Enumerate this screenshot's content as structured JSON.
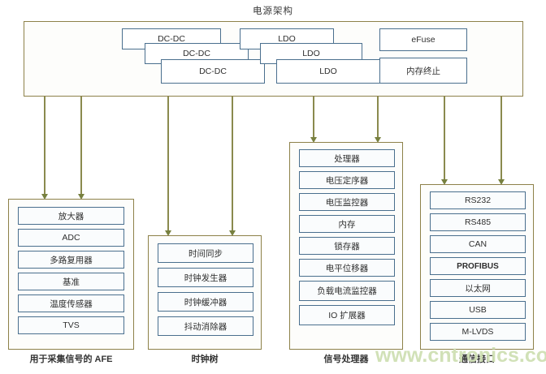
{
  "title": "电源架构",
  "watermark": "www.cntronics.com",
  "colors": {
    "group_border": "#8d8149",
    "chip_border": "#4a6f8e",
    "arrow": "#77803f",
    "watermark": "#cfe0b4",
    "background": "#ffffff"
  },
  "power_architecture": {
    "caption": "电源架构",
    "dcdc_group": [
      {
        "label": "DC-DC"
      },
      {
        "label": "DC-DC"
      },
      {
        "label": "DC-DC"
      }
    ],
    "ldo_group": [
      {
        "label": "LDO"
      },
      {
        "label": "LDO"
      },
      {
        "label": "LDO"
      }
    ],
    "other_group": [
      {
        "label": "eFuse"
      },
      {
        "label": "内存终止"
      }
    ]
  },
  "groups": [
    {
      "id": "afe",
      "caption": "用于采集信号的 AFE",
      "items": [
        "放大器",
        "ADC",
        "多路复用器",
        "基准",
        "温度传感器",
        "TVS"
      ]
    },
    {
      "id": "clock-tree",
      "caption": "时钟树",
      "items": [
        "时间同步",
        "时钟发生器",
        "时钟缓冲器",
        "抖动消除器"
      ]
    },
    {
      "id": "signal-processor",
      "caption": "信号处理器",
      "items": [
        "处理器",
        "电压定序器",
        "电压监控器",
        "内存",
        "锁存器",
        "电平位移器",
        "负载电流监控器",
        "IO 扩展器"
      ]
    },
    {
      "id": "comm-interface",
      "caption": "通信接口",
      "items": [
        "RS232",
        "RS485",
        "CAN",
        "PROFIBUS",
        "以太网",
        "USB",
        "M-LVDS"
      ]
    }
  ]
}
